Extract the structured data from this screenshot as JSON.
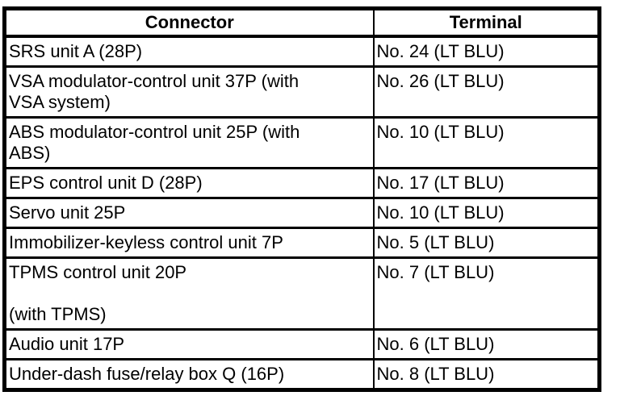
{
  "table": {
    "headers": {
      "connector": "Connector",
      "terminal": "Terminal"
    },
    "rows": [
      {
        "connector": "SRS unit A (28P)",
        "terminal": "No. 24 (LT BLU)"
      },
      {
        "connector": "VSA modulator-control unit 37P (with\nVSA system)",
        "terminal": "No. 26 (LT BLU)"
      },
      {
        "connector": "ABS modulator-control unit 25P (with\nABS)",
        "terminal": "No. 10 (LT BLU)"
      },
      {
        "connector": "EPS control unit D (28P)",
        "terminal": "No. 17 (LT BLU)"
      },
      {
        "connector": "Servo unit 25P",
        "terminal": "No. 10 (LT BLU)"
      },
      {
        "connector": "Immobilizer-keyless control unit 7P",
        "terminal": "No. 5 (LT BLU)"
      },
      {
        "connector": "TPMS control unit 20P\n\n(with TPMS)",
        "terminal": "No. 7 (LT BLU)"
      },
      {
        "connector": "Audio unit 17P",
        "terminal": "No. 6 (LT BLU)"
      },
      {
        "connector": "Under-dash fuse/relay box Q (16P)",
        "terminal": "No. 8 (LT BLU)"
      }
    ],
    "colors": {
      "border": "#000000",
      "text": "#000000",
      "background": "#ffffff"
    }
  }
}
